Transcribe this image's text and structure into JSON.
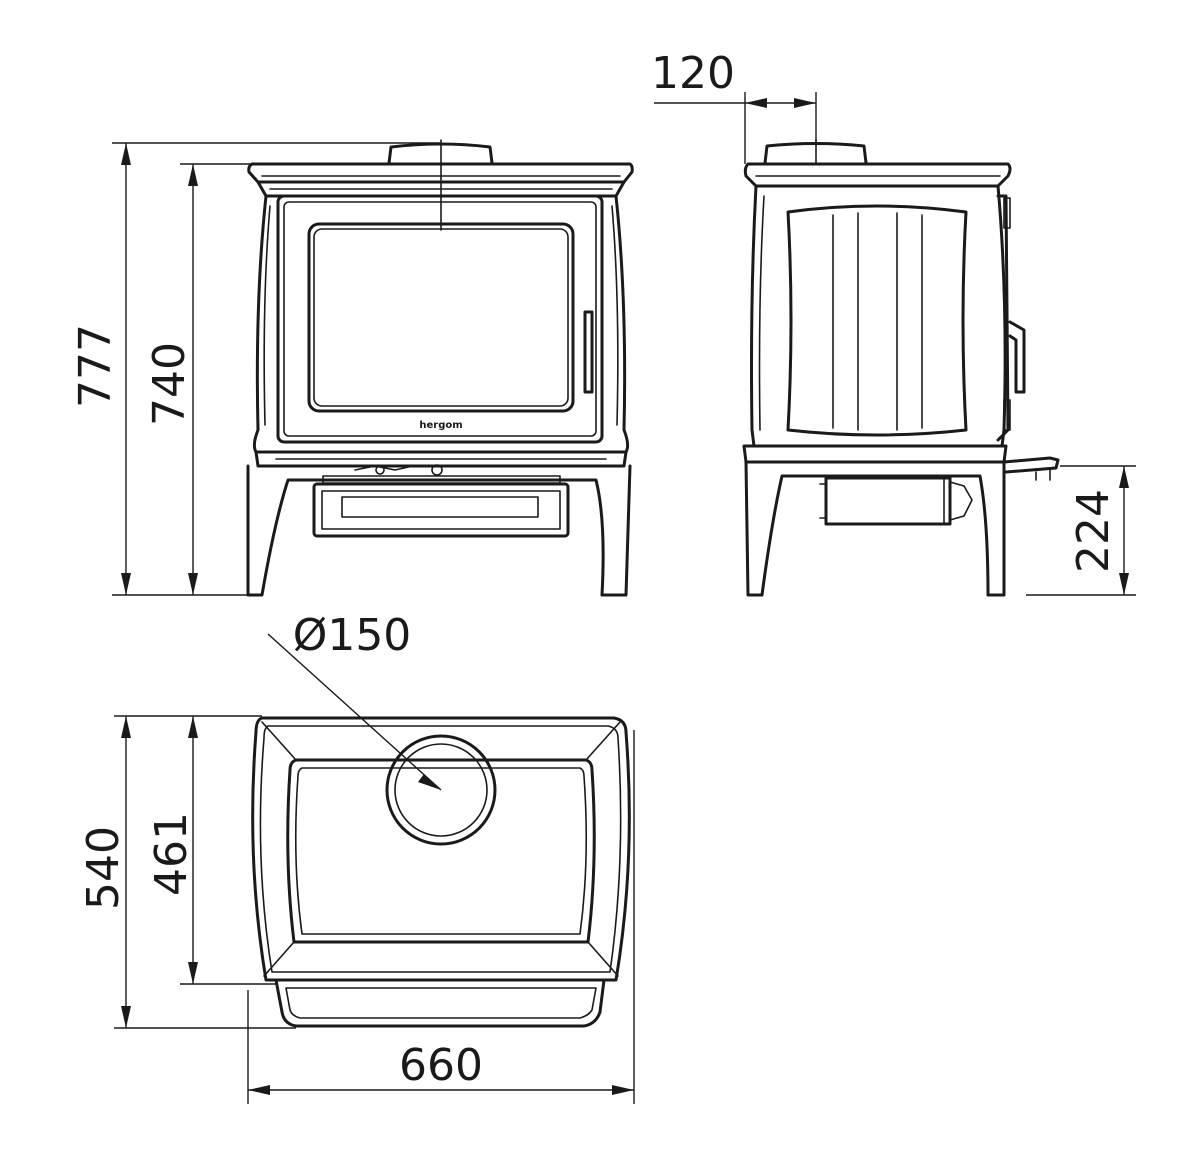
{
  "dimensions": {
    "overall_height": "777",
    "body_height": "740",
    "flue_offset": "120",
    "base_height": "224",
    "flue_diameter": "Ø150",
    "overall_depth": "540",
    "body_depth": "461",
    "overall_width": "660"
  },
  "brand": "hergom",
  "views": {
    "front": "front-view",
    "side": "side-view",
    "top": "top-view"
  }
}
